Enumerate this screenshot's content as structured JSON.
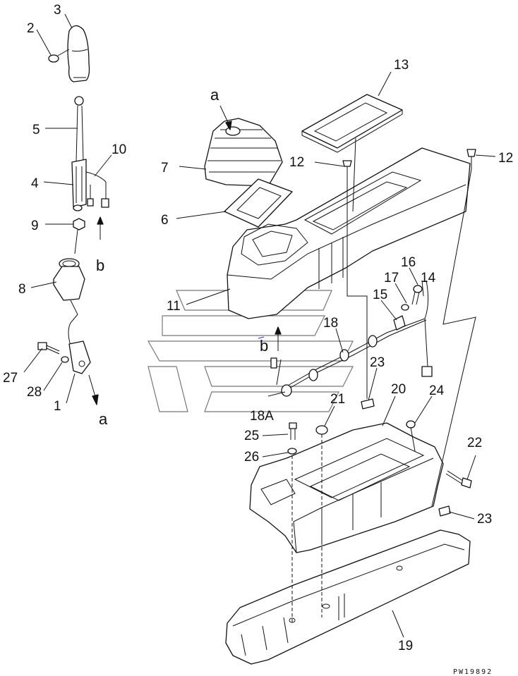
{
  "drawing_code": "PW19892",
  "refs": {
    "a": "a",
    "b": "b"
  },
  "labels": {
    "p1": "1",
    "p2": "2",
    "p3": "3",
    "p4": "4",
    "p5": "5",
    "p6": "6",
    "p7": "7",
    "p8": "8",
    "p9": "9",
    "p10": "10",
    "p11": "11",
    "p12a": "12",
    "p12b": "12",
    "p13": "13",
    "p14": "14",
    "p15": "15",
    "p16": "16",
    "p17": "17",
    "p18": "18",
    "p18a": "18A",
    "p19": "19",
    "p20": "20",
    "p21": "21",
    "p22": "22",
    "p23a": "23",
    "p23b": "23",
    "p24": "24",
    "p25": "25",
    "p26": "26",
    "p27": "27",
    "p28": "28"
  }
}
